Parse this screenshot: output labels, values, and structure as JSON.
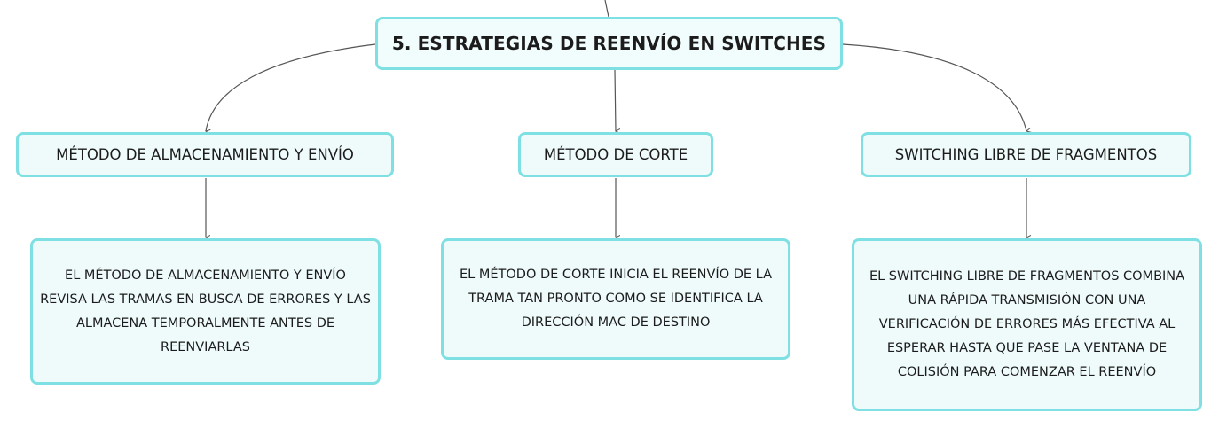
{
  "root": {
    "label": "5. ESTRATEGIAS DE REENVÍO EN SWITCHES"
  },
  "branches": [
    {
      "label": "MÉTODO DE ALMACENAMIENTO Y ENVÍO",
      "detail": "EL MÉTODO DE ALMACENAMIENTO Y ENVÍO REVISA LAS TRAMAS EN BUSCA DE ERRORES Y LAS ALMACENA TEMPORALMENTE ANTES DE REENVIARLAS"
    },
    {
      "label": "MÉTODO DE CORTE",
      "detail": "EL MÉTODO DE CORTE INICIA EL REENVÍO DE LA TRAMA TAN PRONTO COMO SE IDENTIFICA LA DIRECCIÓN MAC DE DESTINO"
    },
    {
      "label": "SWITCHING LIBRE DE FRAGMENTOS",
      "detail": "EL SWITCHING LIBRE DE FRAGMENTOS COMBINA UNA RÁPIDA TRANSMISIÓN CON UNA VERIFICACIÓN DE ERRORES MÁS EFECTIVA AL ESPERAR HASTA QUE PASE LA VENTANA DE COLISIÓN PARA COMENZAR EL REENVÍO"
    }
  ],
  "colors": {
    "node_border": "#7fe0e3",
    "node_fill": "#effbfb",
    "connector": "#555555",
    "text": "#1c1c1c"
  }
}
